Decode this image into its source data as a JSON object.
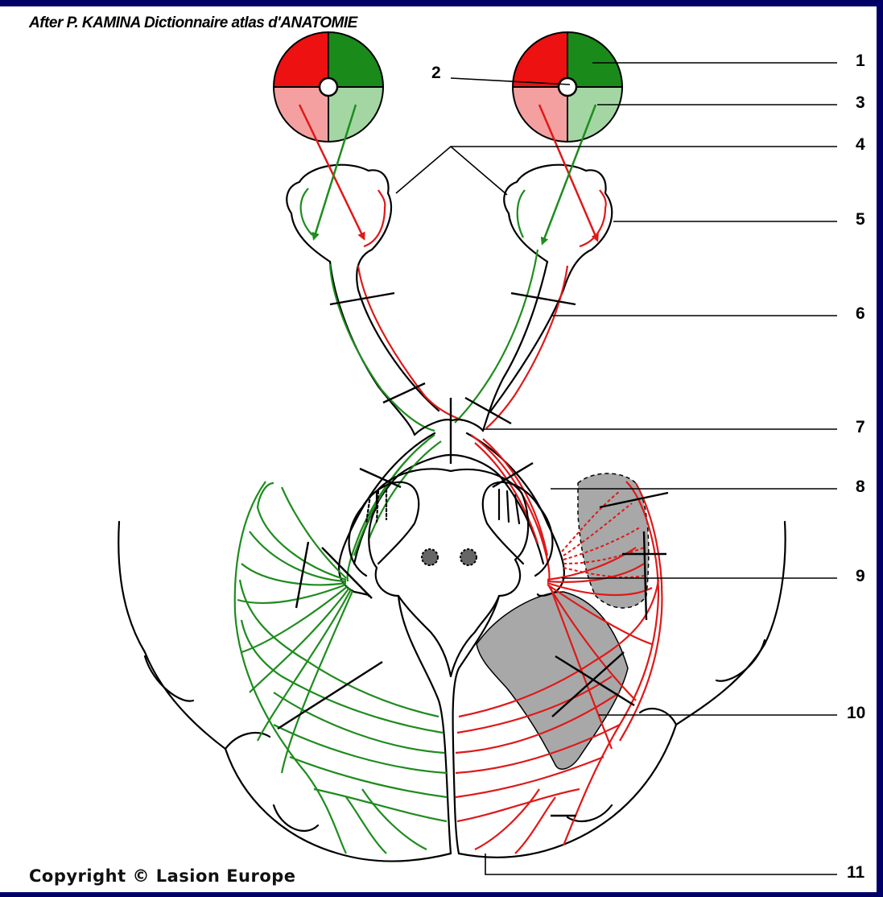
{
  "credit": "After P. KAMINA Dictionnaire atlas d'ANATOMIE",
  "copyright": "Copyright © Lasion Europe",
  "labels": [
    "1",
    "2",
    "3",
    "4",
    "5",
    "6",
    "7",
    "8",
    "9",
    "10",
    "11"
  ],
  "colors": {
    "green": "#1e8c1e",
    "light_green": "#a4d6a4",
    "red": "#e01818",
    "light_red": "#f5a0a0",
    "gray": "#a8a8a8",
    "frame": "#000066"
  }
}
